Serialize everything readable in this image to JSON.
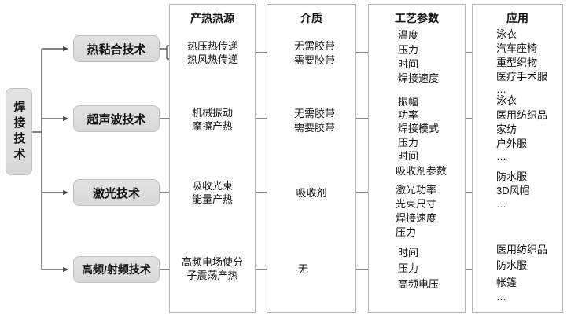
{
  "colors": {
    "line_color": "#3f3f3f",
    "node_fill": "#d9d9d9",
    "panel_border": "#b5b5b5",
    "text_color": "#111111"
  },
  "root": {
    "label": "焊接技术"
  },
  "columns": [
    {
      "title": "产热热源"
    },
    {
      "title": "介质"
    },
    {
      "title": "工艺参数"
    },
    {
      "title": "应用"
    }
  ],
  "rows": [
    {
      "technology": "热黏合技术",
      "heat_source": {
        "items": [
          "热压热传递",
          "热风热传递"
        ]
      },
      "medium": {
        "items": [
          "无需胶带",
          "需要胶带"
        ]
      },
      "parameters": {
        "items": [
          "温度",
          "压力",
          "时间",
          "焊接速度"
        ]
      },
      "applications": {
        "items": [
          "泳衣",
          "汽车座椅",
          "重型织物",
          "医疗手术服",
          "…"
        ]
      }
    },
    {
      "technology": "超声波技术",
      "heat_source": {
        "lines": [
          "机械振动",
          "摩擦产热"
        ]
      },
      "medium": {
        "items": [
          "无需胶带",
          "需要胶带"
        ]
      },
      "parameters": {
        "items": [
          "振幅",
          "功率",
          "焊接模式",
          "压力",
          "时间"
        ]
      },
      "applications": {
        "items": [
          "泳衣",
          "医用纺织品",
          "家纺",
          "户外服",
          "…"
        ]
      }
    },
    {
      "technology": "激光技术",
      "heat_source": {
        "lines": [
          "吸收光束",
          "能量产热"
        ]
      },
      "medium": {
        "lines": [
          "吸收剂"
        ]
      },
      "parameters": {
        "items": [
          "吸收剂参数",
          "激光功率",
          "光束尺寸",
          "焊接速度",
          "压力"
        ]
      },
      "applications": {
        "items": [
          "防水服",
          "3D风帽",
          "…"
        ]
      }
    },
    {
      "technology": "高频/射频技术",
      "heat_source": {
        "lines": [
          "高频电场使分",
          "子震荡产热"
        ]
      },
      "medium": {
        "lines": [
          "无"
        ]
      },
      "parameters": {
        "items": [
          "时间",
          "压力",
          "高频电压"
        ]
      },
      "applications": {
        "items": [
          "医用纺织品",
          "防水服",
          "帐篷",
          "…"
        ]
      }
    }
  ]
}
